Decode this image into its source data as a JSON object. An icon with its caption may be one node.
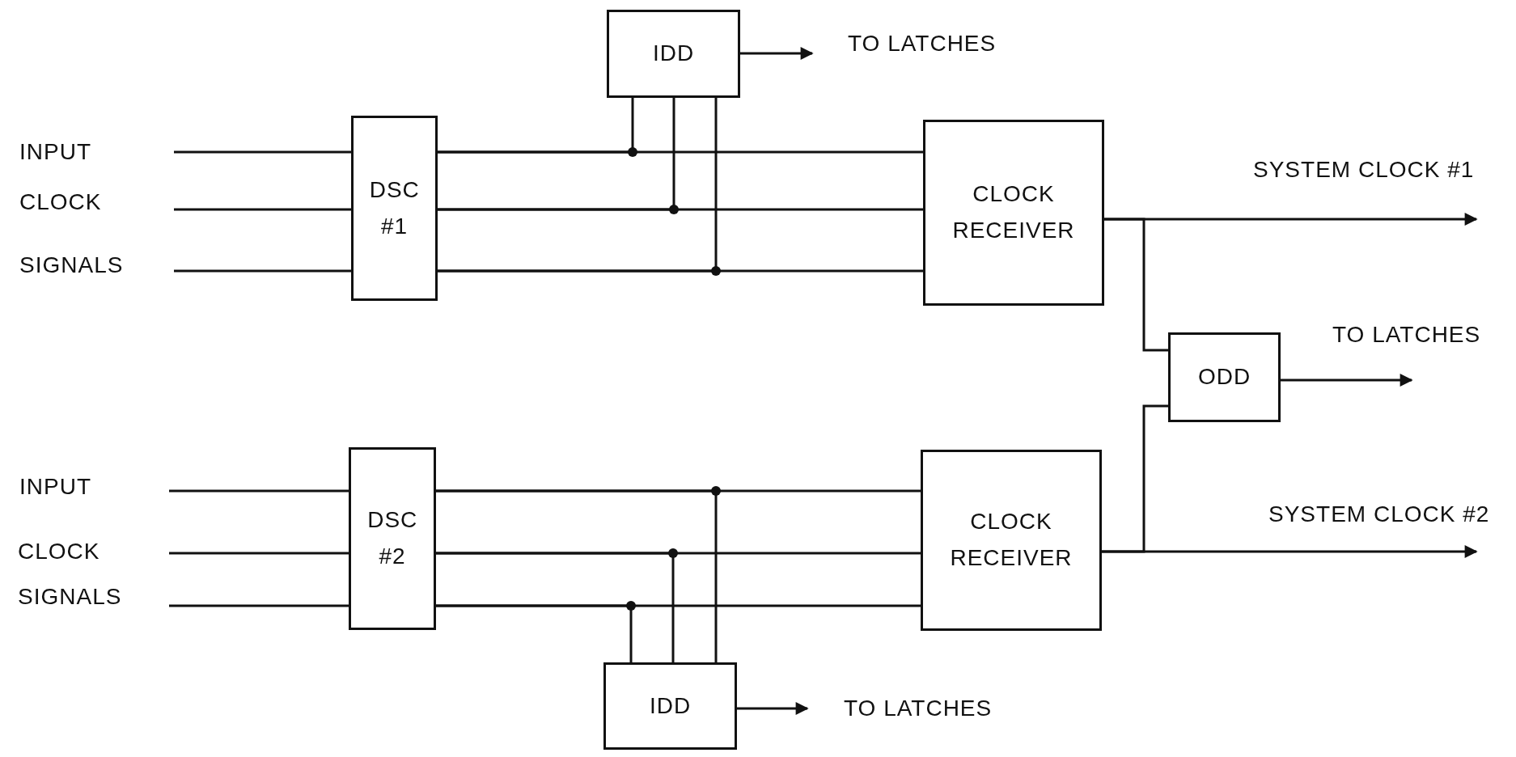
{
  "diagram": {
    "nodes": [
      {
        "text": [
          "IDD"
        ]
      },
      {
        "text": [
          "DSC #1"
        ]
      },
      {
        "text": [
          "CLOCK RECEIVER"
        ]
      },
      {
        "text": [
          "ODD"
        ]
      },
      {
        "text": [
          "DSC #2"
        ]
      },
      {
        "text": [
          "CLOCK RECEIVER"
        ]
      },
      {
        "text": [
          "IDD"
        ]
      }
    ],
    "edges": [
      {
        "from": null,
        "to": 1,
        "arrow": "none"
      },
      {
        "from": null,
        "to": 1,
        "arrow": "none"
      },
      {
        "from": null,
        "to": 1,
        "arrow": "none"
      },
      {
        "from": 1,
        "to": 2,
        "arrow": "none"
      },
      {
        "from": 1,
        "to": 2,
        "arrow": "none"
      },
      {
        "from": 1,
        "to": 2,
        "arrow": "none"
      },
      {
        "from": 1,
        "to": 0,
        "arrow": "none"
      },
      {
        "from": 1,
        "to": 0,
        "arrow": "none"
      },
      {
        "from": 1,
        "to": 0,
        "arrow": "none"
      },
      {
        "from": 0,
        "to": null,
        "arrow": "to"
      },
      {
        "from": 2,
        "to": null,
        "arrow": "to"
      },
      {
        "from": 2,
        "to": 3,
        "arrow": "none"
      },
      {
        "from": 5,
        "to": 3,
        "arrow": "none"
      },
      {
        "from": 3,
        "to": null,
        "arrow": "to"
      },
      {
        "from": 5,
        "to": null,
        "arrow": "to"
      },
      {
        "from": null,
        "to": 4,
        "arrow": "none"
      },
      {
        "from": null,
        "to": 4,
        "arrow": "none"
      },
      {
        "from": null,
        "to": 4,
        "arrow": "none"
      },
      {
        "from": 4,
        "to": 5,
        "arrow": "none"
      },
      {
        "from": 4,
        "to": 5,
        "arrow": "none"
      },
      {
        "from": 4,
        "to": 5,
        "arrow": "none"
      },
      {
        "from": 4,
        "to": 6,
        "arrow": "none"
      },
      {
        "from": 4,
        "to": 6,
        "arrow": "none"
      },
      {
        "from": 4,
        "to": 6,
        "arrow": "none"
      },
      {
        "from": 6,
        "to": null,
        "arrow": "to"
      }
    ],
    "labels": [
      "INPUT",
      "CLOCK",
      "SIGNALS",
      "TO LATCHES",
      "SYSTEM CLOCK #1",
      "TO LATCHES",
      "SYSTEM CLOCK #2",
      "INPUT",
      "CLOCK",
      "SIGNALS",
      "TO LATCHES"
    ]
  }
}
